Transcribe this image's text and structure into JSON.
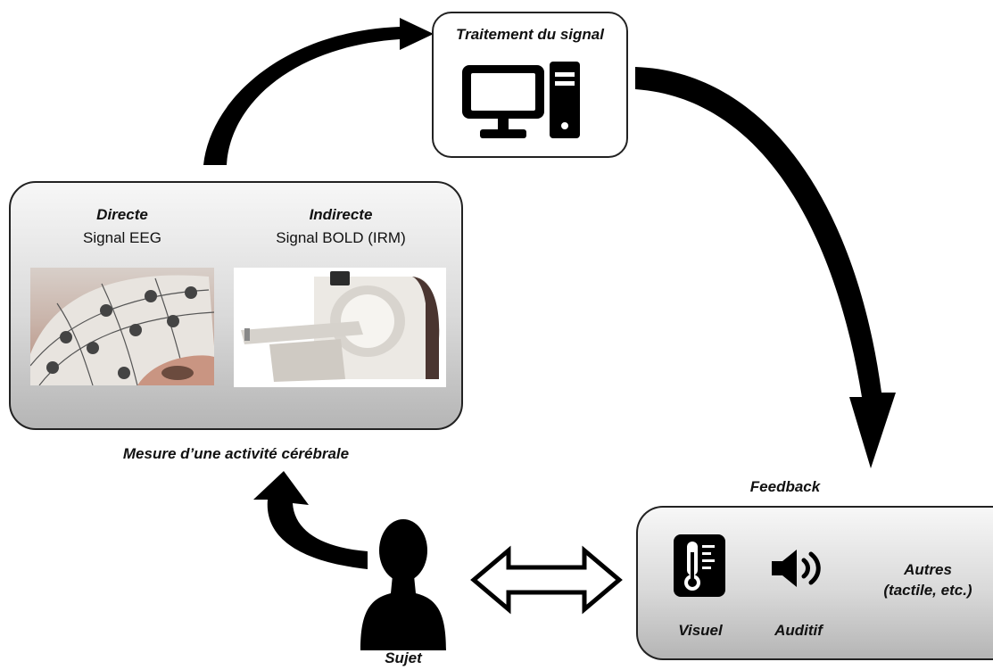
{
  "processing": {
    "title": "Traitement du signal",
    "icon": "desktop-computer-icon"
  },
  "measurement": {
    "caption": "Mesure d’une activité cérébrale",
    "direct": {
      "heading": "Directe",
      "label": "Signal EEG",
      "image": "eeg-cap-photo"
    },
    "indirect": {
      "heading": "Indirecte",
      "label": "Signal BOLD (IRM)",
      "image": "mri-scanner-photo"
    }
  },
  "feedback": {
    "title": "Feedback",
    "visual": {
      "label": "Visuel",
      "icon": "thermometer-icon"
    },
    "auditory": {
      "label": "Auditif",
      "icon": "speaker-icon"
    },
    "others": {
      "line1": "Autres",
      "line2": "(tactile, etc.)"
    }
  },
  "subject": {
    "label": "Sujet",
    "icon": "person-silhouette-icon"
  },
  "colors": {
    "arrow": "#000000",
    "box_border": "#222222",
    "box_gradient_top": "#f7f7f7",
    "box_gradient_bottom": "#b5b5b5"
  }
}
